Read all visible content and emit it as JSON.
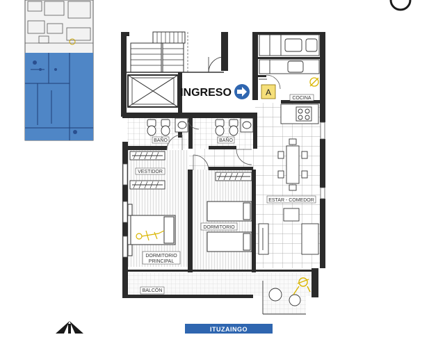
{
  "plan": {
    "entrance_label": "INGRESO",
    "unit_letter": "A",
    "street_name": "ITUZAINGO",
    "rooms": {
      "kitchen": "COCINA",
      "bath_left": "BAÑO",
      "bath_right": "BAÑO",
      "dressing": "VESTIDOR",
      "living_dining": "ESTAR - COMEDOR",
      "bedroom": "DORMITORIO",
      "master_bedroom_line1": "DORMITORIO",
      "master_bedroom_line2": "PRINCIPAL",
      "balcony": "BALCÓN"
    },
    "colors": {
      "highlight": "#4f86c6",
      "accent": "#2f66b0",
      "wall": "#2b2b2b",
      "fixture": "#d9b500"
    },
    "icons": {
      "entrance_arrow": "arrow-right-icon",
      "compass": "north-arrow-icon"
    }
  }
}
